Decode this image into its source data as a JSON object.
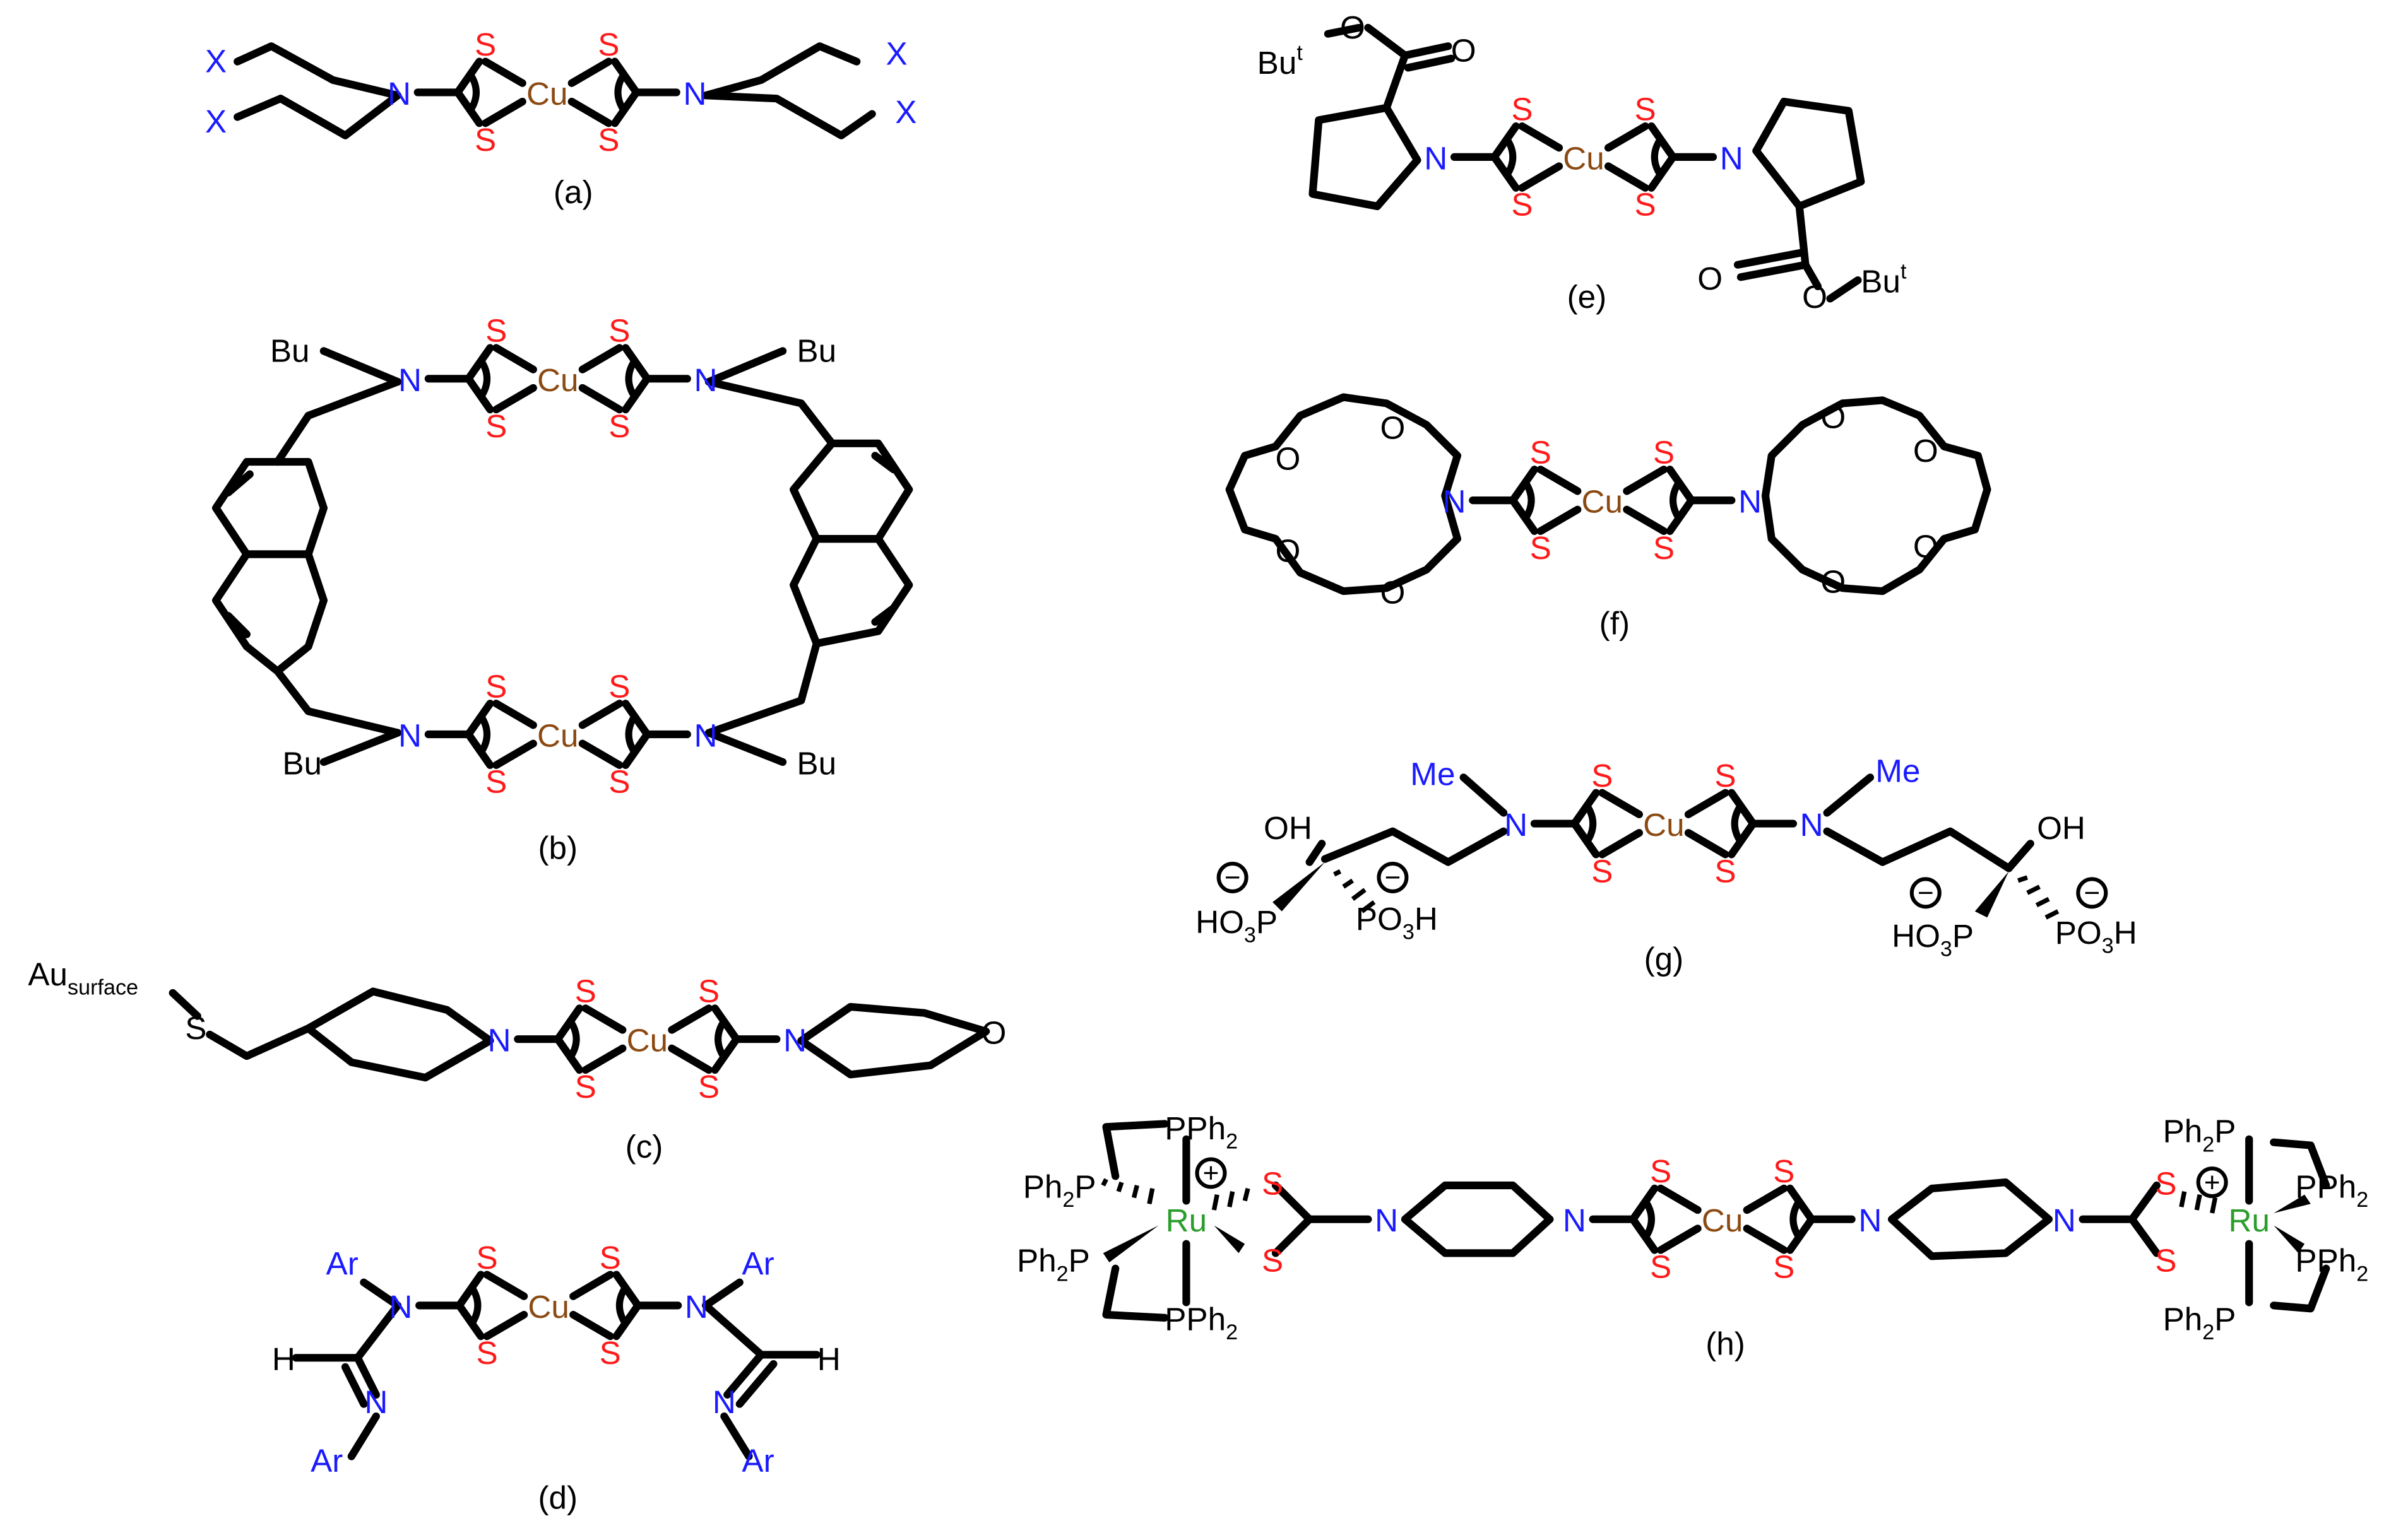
{
  "colors": {
    "nitrogen": "#1a1aff",
    "sulfur": "#ff1a1a",
    "copper": "#8b4a12",
    "ruthenium": "#2a9d2a",
    "substituent": "#1a1aff",
    "carbon": "#000000"
  },
  "labels": {
    "a": "(a)",
    "b": "(b)",
    "c": "(c)",
    "d": "(d)",
    "e": "(e)",
    "f": "(f)",
    "g": "(g)",
    "h": "(h)"
  },
  "atoms": {
    "cu": "Cu",
    "s": "S",
    "n": "N",
    "o": "O",
    "p": "P",
    "x": "X",
    "ru": "Ru"
  },
  "groups": {
    "bu": "Bu",
    "bu_t_base": "Bu",
    "bu_t_sup": "t",
    "ar": "Ar",
    "h": "H",
    "me": "Me",
    "oh": "OH",
    "au": "Au",
    "surface": "surface",
    "ho3p_a": "HO",
    "ho3p_b": "3",
    "ho3p_c": "P",
    "po3h_a": "PO",
    "po3h_b": "3",
    "po3h_c": "H",
    "pph2_a": "PPh",
    "pph2_b": "2",
    "ph2p_a": "Ph",
    "ph2p_b": "2",
    "ph2p_c": "P",
    "plus": "+",
    "minus": "−"
  }
}
